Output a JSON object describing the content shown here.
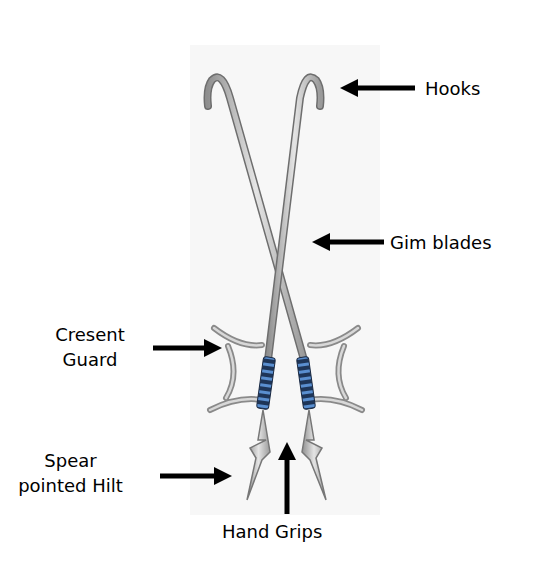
{
  "diagram": {
    "labels": [
      "Hooks",
      "Gim blades",
      "Cresent Guard",
      "Spear pointed Hilt",
      "Hand Grips"
    ]
  }
}
